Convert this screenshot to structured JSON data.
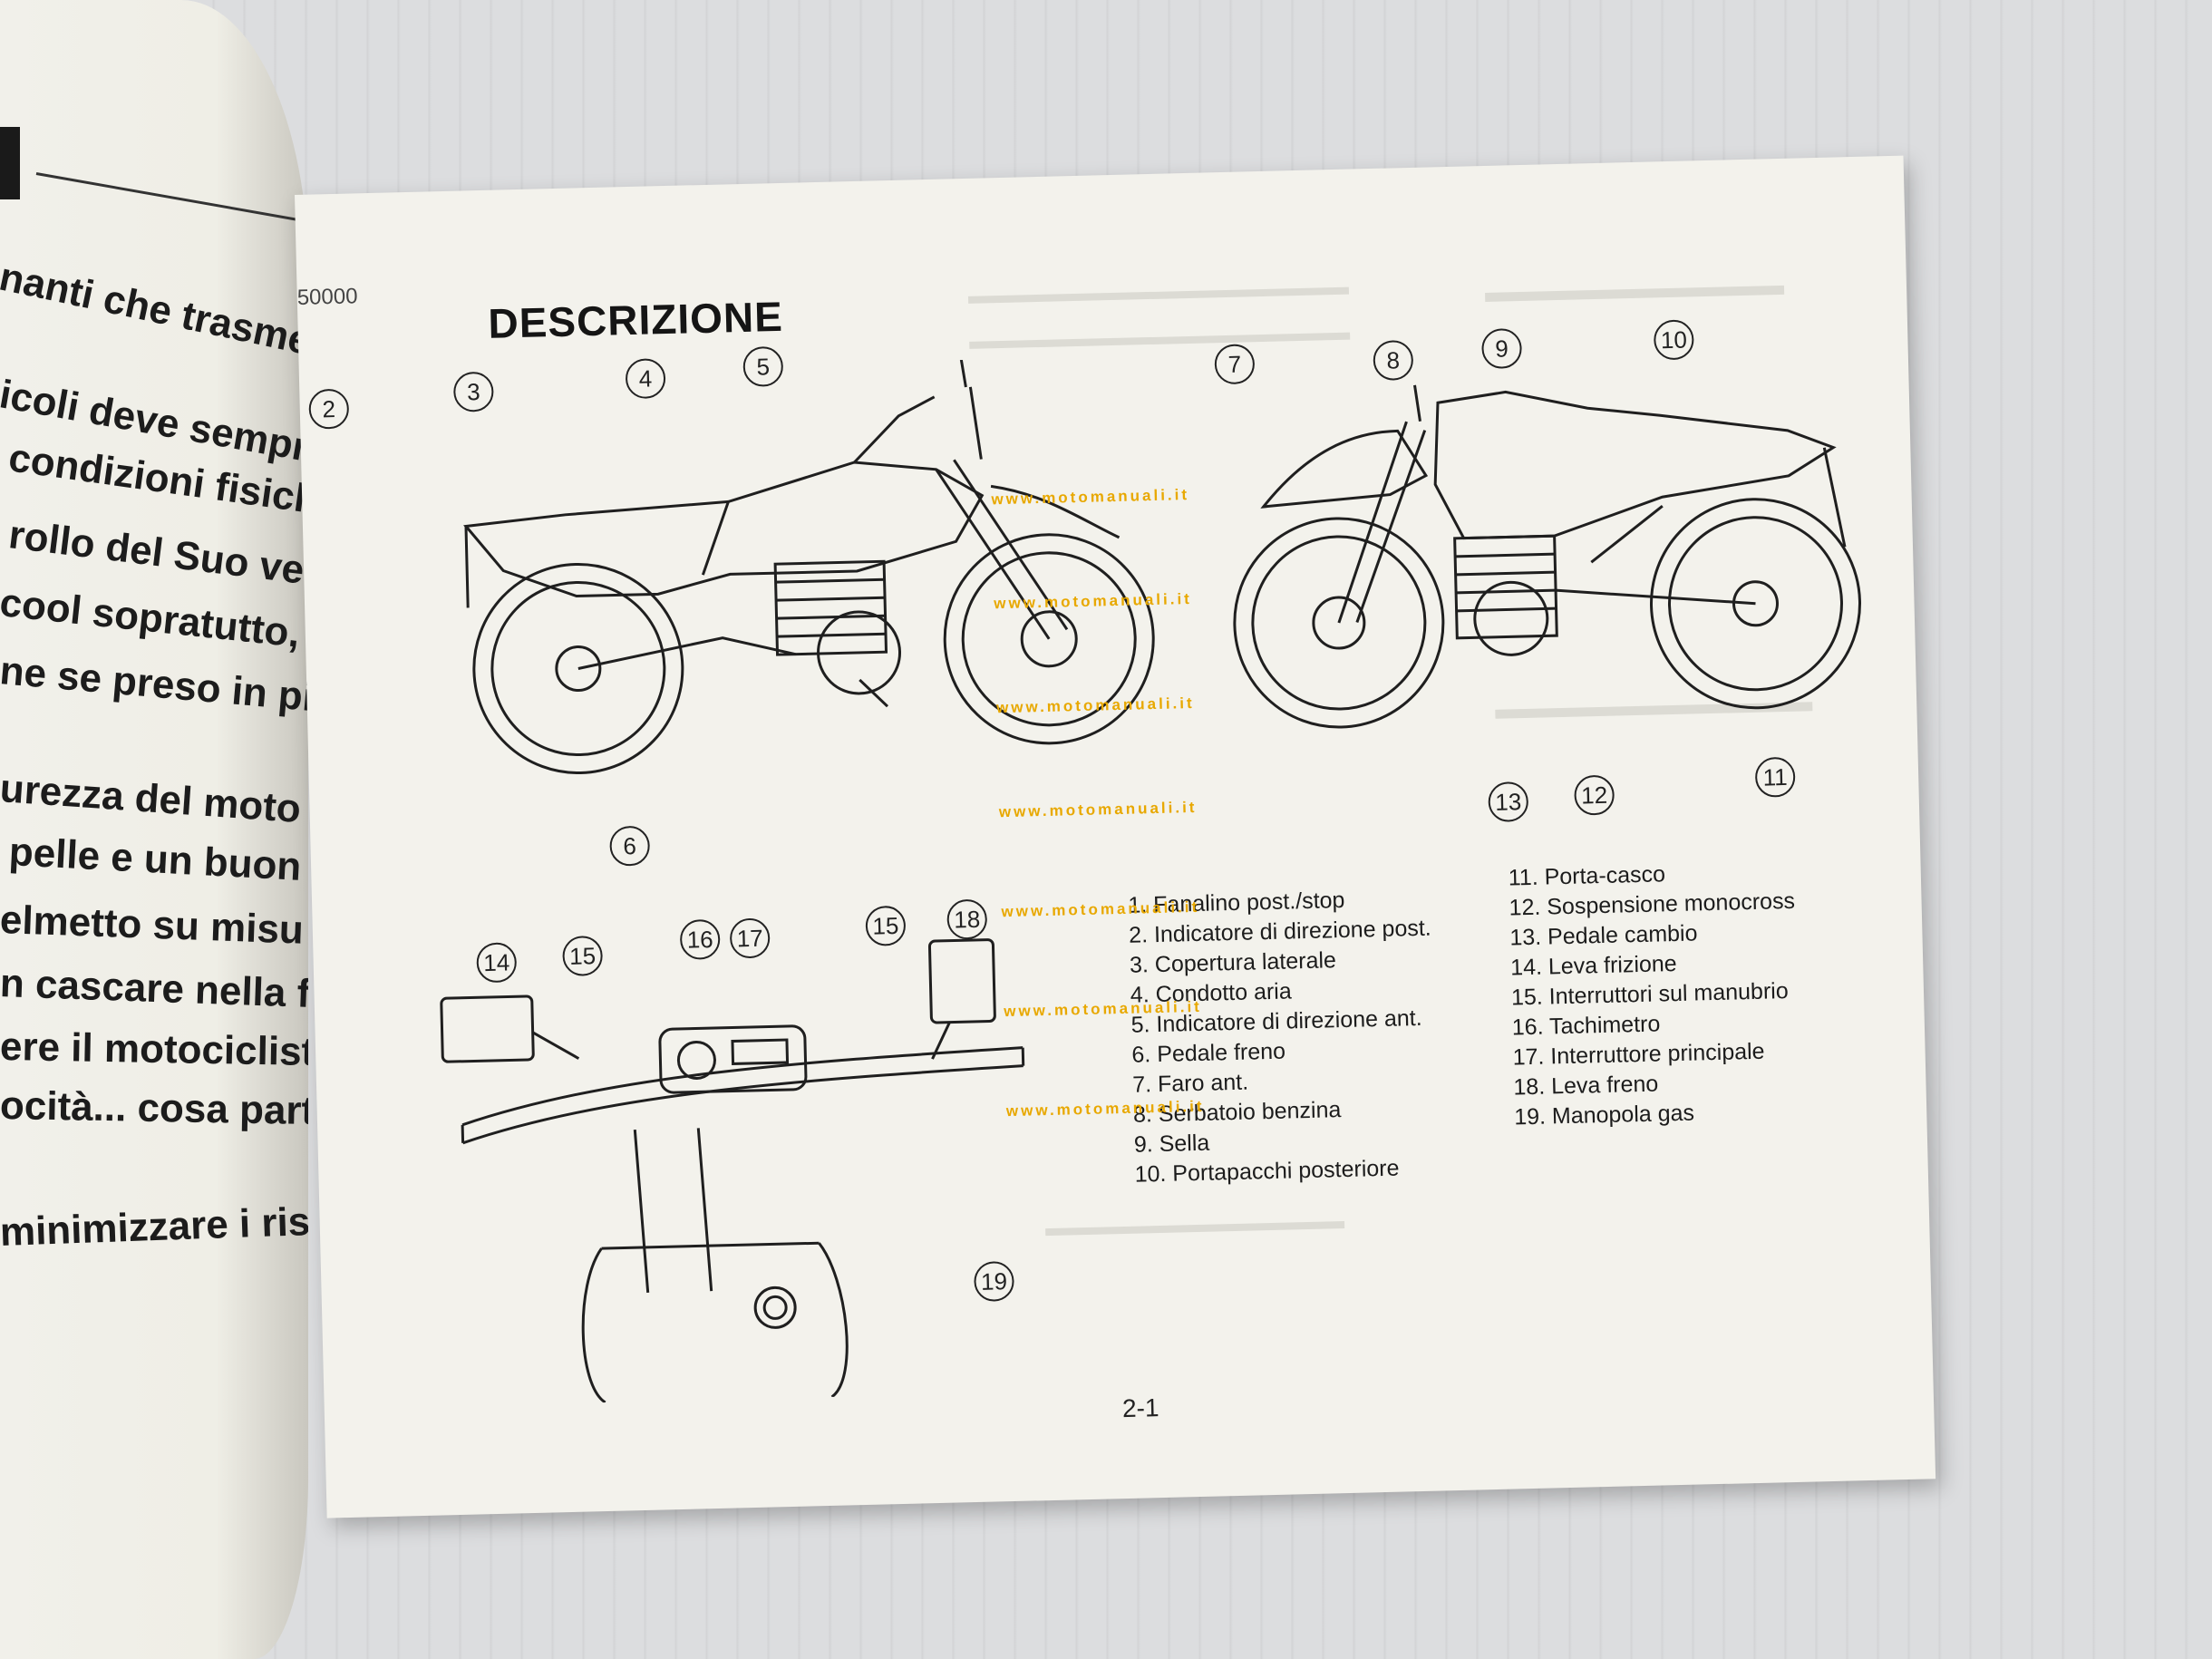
{
  "left_page": {
    "lines": [
      "nanti che trasme",
      "icoli deve sempr",
      "condizioni fisich",
      "rollo del Suo veic",
      "cool sopratutto,",
      "ne se preso in pic",
      "urezza del moto",
      "pelle e un buon",
      "elmetto su misu",
      "n cascare nella f",
      "ere il motociclist",
      "ocità... cosa parti",
      "minimizzare i risc"
    ]
  },
  "page": {
    "code": "50000",
    "title": "DESCRIZIONE",
    "number": "2-1"
  },
  "callouts": {
    "c1": "2",
    "c2": "3",
    "c3": "4",
    "c4": "5",
    "c5": "6",
    "c6": "7",
    "c7": "8",
    "c8": "9",
    "c9": "10",
    "c10": "11",
    "c11": "12",
    "c12": "13",
    "c13": "14",
    "c14": "15",
    "c15": "16",
    "c16": "17",
    "c17": "15",
    "c18": "18",
    "c19": "19"
  },
  "legend_left": [
    "1. Fanalino post./stop",
    "2. Indicatore di direzione post.",
    "3. Copertura laterale",
    "4. Condotto aria",
    "5. Indicatore di direzione ant.",
    "6. Pedale freno",
    "7. Faro ant.",
    "8. Serbatoio benzina",
    "9. Sella",
    "10. Portapacchi posteriore"
  ],
  "legend_right": [
    "11. Porta-casco",
    "12. Sospensione monocross",
    "13. Pedale cambio",
    "14. Leva frizione",
    "15. Interruttori sul manubrio",
    "16. Tachimetro",
    "17. Interruttore principale",
    "18. Leva freno",
    "19. Manopola gas"
  ],
  "watermark": "www.motomanuali.it",
  "colors": {
    "paper": "#f3f2ec",
    "ink": "#1c1c1c",
    "watermark": "#e8a800",
    "board": "#d9dadb"
  }
}
